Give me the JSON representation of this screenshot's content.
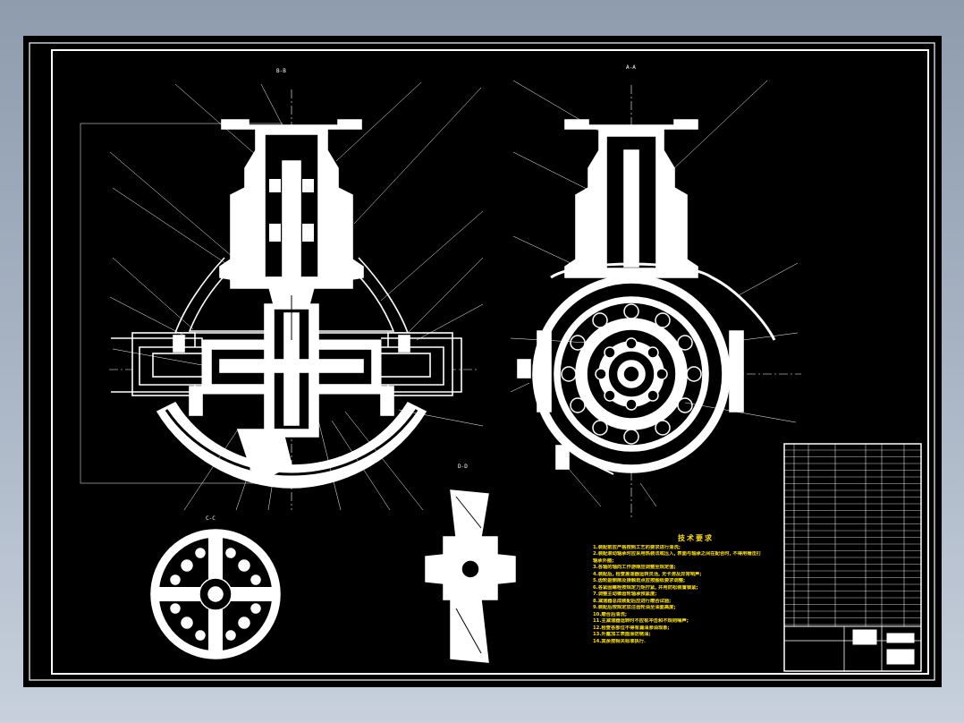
{
  "drawing": {
    "notes_title": "技术要求",
    "notes": [
      "1.装配前应严格按照工艺的要求进行清洗;",
      "2.装配滚动轴承时应采用热装法或压入, 表面与轴承之间在配合时, 不得用锤击打",
      "  轴承外圈;",
      "3.各轴的轴向工作游隙应调整至规定值;",
      "4.装配后, 检查差速器运转灵活, 无卡滞及异常响声;",
      "5.齿轮副侧隙及接触斑点应按图纸要求调整;",
      "6.各紧固螺栓按规定力矩拧紧, 并用防松装置锁紧;",
      "7.调整主动锥齿轮轴承预紧度;",
      "8.减速器总成装配后应进行磨合试验;",
      "9.装配后按规定加注齿轮油至油面高度;",
      "10.磨合后清洗;",
      "11.主减速器运转时不应有冲击和不规则噪声;",
      "12.检查各部位不得有漏油渗油现象;",
      "13.外露加工表面涂防锈油;",
      "14.其余按相关标准执行."
    ],
    "view_labels": [
      "B-B",
      "A-A",
      "C-C",
      "D-D"
    ]
  }
}
